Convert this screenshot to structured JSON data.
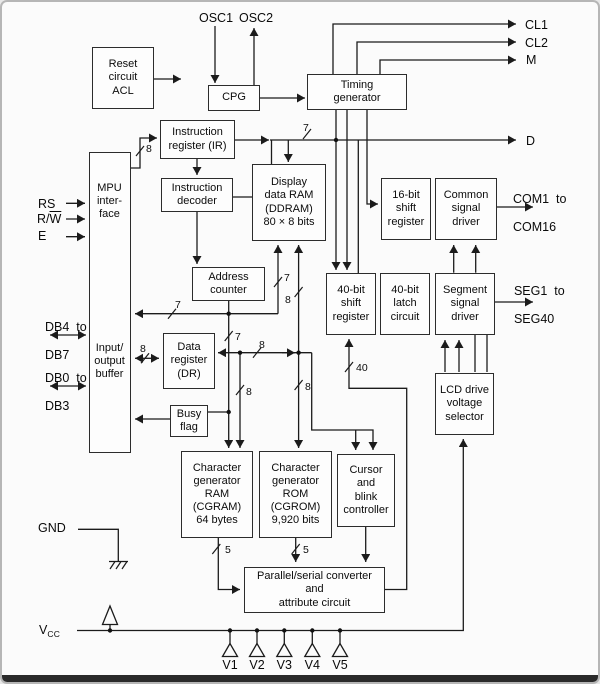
{
  "blocks": {
    "reset": {
      "lines": [
        "Reset",
        "circuit",
        "ACL"
      ]
    },
    "cpg": {
      "lines": [
        "CPG"
      ]
    },
    "timing": {
      "lines": [
        "Timing",
        "generator"
      ]
    },
    "ir": {
      "lines": [
        "Instruction",
        "register (IR)"
      ]
    },
    "decoder": {
      "lines": [
        "Instruction",
        "decoder"
      ]
    },
    "mpu_top": {
      "lines": [
        "MPU",
        "inter-",
        "face"
      ]
    },
    "mpu_bottom": {
      "lines": [
        "Input/",
        "output",
        "buffer"
      ]
    },
    "ddram": {
      "lines": [
        "Display",
        "data RAM",
        "(DDRAM)",
        "80 × 8 bits"
      ]
    },
    "ac": {
      "lines": [
        "Address",
        "counter"
      ]
    },
    "sr16": {
      "lines": [
        "16-bit",
        "shift",
        "register"
      ]
    },
    "common": {
      "lines": [
        "Common",
        "signal",
        "driver"
      ]
    },
    "sr40": {
      "lines": [
        "40-bit",
        "shift",
        "register"
      ]
    },
    "latch40": {
      "lines": [
        "40-bit",
        "latch",
        "circuit"
      ]
    },
    "segment": {
      "lines": [
        "Segment",
        "signal",
        "driver"
      ]
    },
    "dr": {
      "lines": [
        "Data",
        "register",
        "(DR)"
      ]
    },
    "busy": {
      "lines": [
        "Busy",
        "flag"
      ]
    },
    "lcd": {
      "lines": [
        "LCD drive",
        "voltage",
        "selector"
      ]
    },
    "cgram": {
      "lines": [
        "Character",
        "generator",
        "RAM",
        "(CGRAM)",
        "64 bytes"
      ]
    },
    "cgrom": {
      "lines": [
        "Character",
        "generator",
        "ROM",
        "(CGROM)",
        "9,920 bits"
      ]
    },
    "cursor": {
      "lines": [
        "Cursor",
        "and",
        "blink",
        "controller"
      ]
    },
    "ps": {
      "lines": [
        "Parallel/serial converter",
        "and",
        "attribute circuit"
      ]
    }
  },
  "pins": {
    "osc1": "OSC1",
    "osc2": "OSC2",
    "cl1": "CL1",
    "cl2": "CL2",
    "m": "M",
    "d": "D",
    "com_l1": "COM1  to",
    "com_l2": "COM16",
    "seg_l1": "SEG1  to",
    "seg_l2": "SEG40",
    "rs": "RS",
    "rw_pre": "R/",
    "rw_over": "W",
    "e": "E",
    "db47_l1": "DB4  to",
    "db47_l2": "DB7",
    "db03_l1": "DB0  to",
    "db03_l2": "DB3",
    "gnd": "GND",
    "vcc_v": "V",
    "vcc_sub": "CC",
    "v1": "V1",
    "v2": "V2",
    "v3": "V3",
    "v4": "V4",
    "v5": "V5"
  },
  "bus_widths": {
    "b8_ir": "8",
    "b7_top": "7",
    "b7_addr": "7",
    "b7_ac": "7",
    "b7_ddr": "7",
    "b8_ddr_top": "8",
    "b8_ddr_bot": "8",
    "b8_bus": "8",
    "b8_dr": "8",
    "b8_cgram": "8",
    "b40": "40",
    "b5_cgram": "5",
    "b5_cgrom": "5"
  }
}
